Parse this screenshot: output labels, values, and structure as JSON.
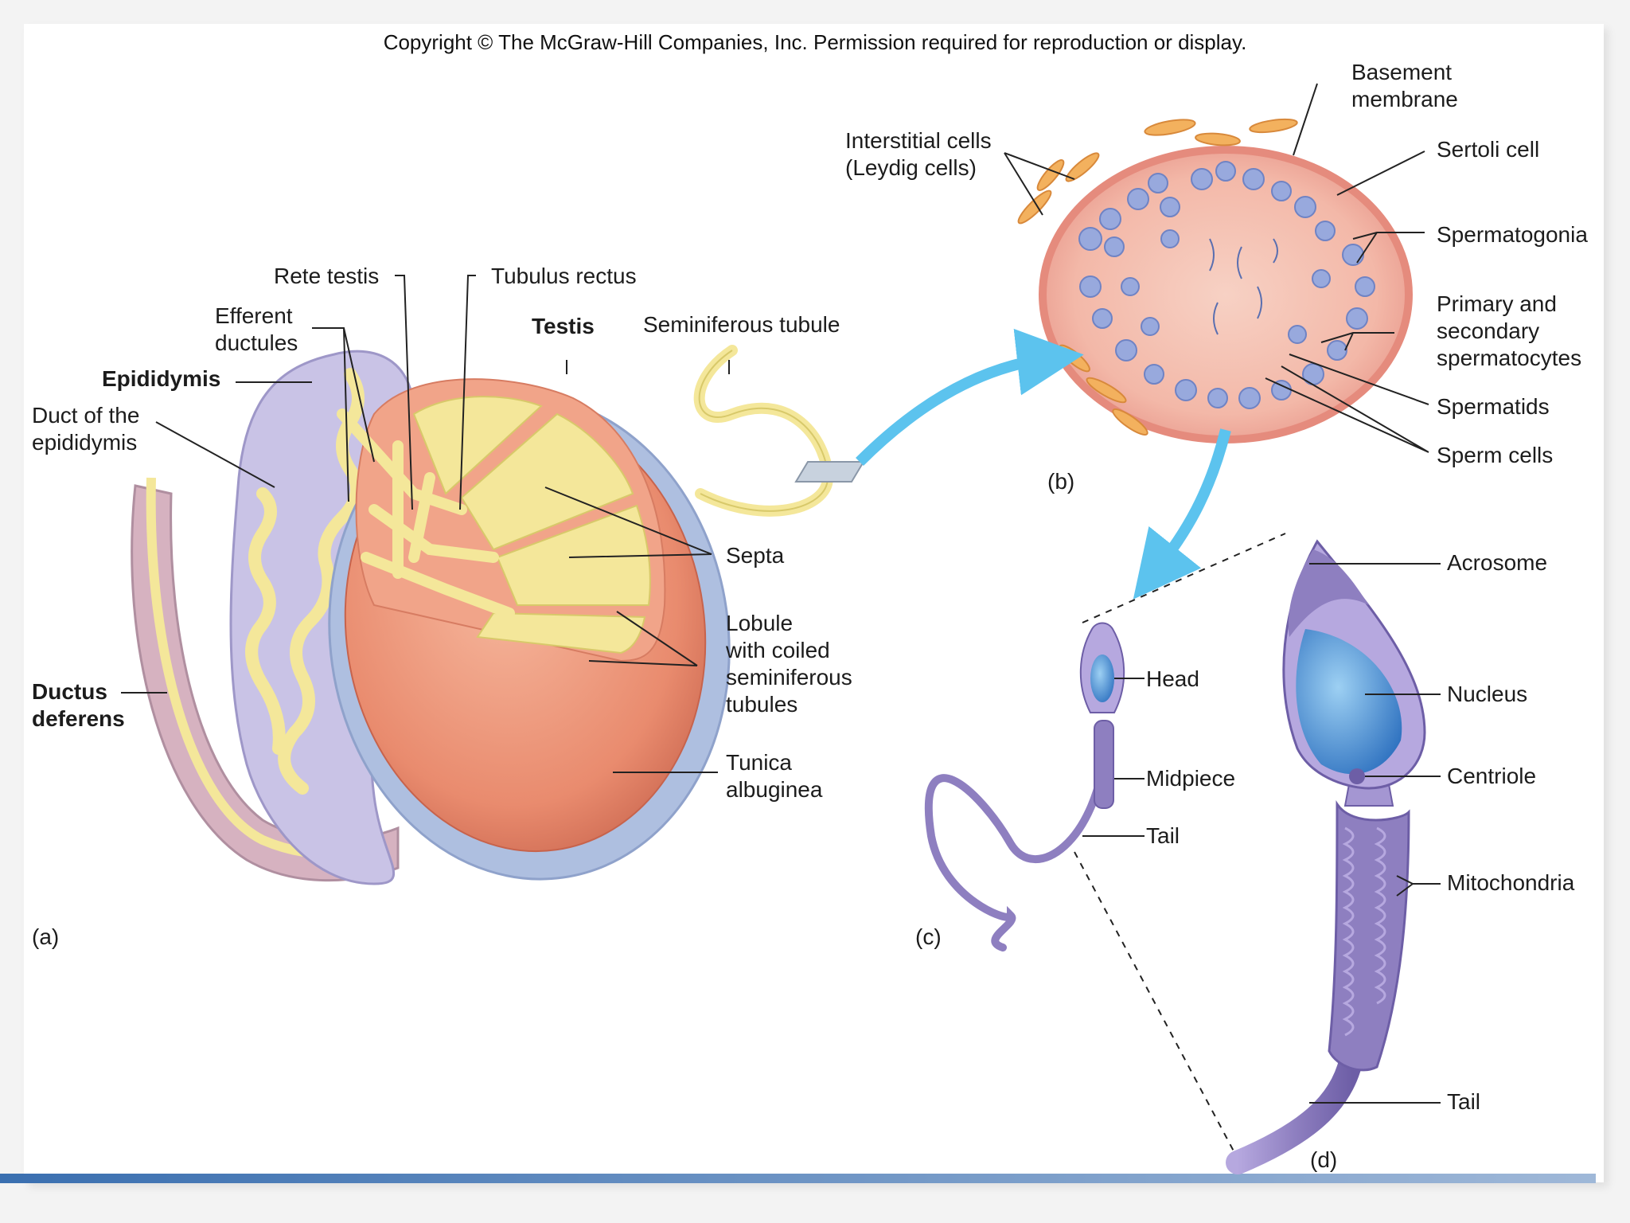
{
  "copyright": "Copyright © The McGraw-Hill Companies, Inc. Permission required for reproduction or display.",
  "panels": {
    "a": "(a)",
    "b": "(b)",
    "c": "(c)",
    "d": "(d)"
  },
  "labels_a": {
    "rete_testis": "Rete testis",
    "tubulus_rectus": "Tubulus rectus",
    "efferent_ductules": "Efferent\nductules",
    "testis": "Testis",
    "seminiferous_tubule": "Seminiferous tubule",
    "epididymis": "Epididymis",
    "duct_of_epididymis": "Duct of the\nepididymis",
    "septa": "Septa",
    "lobule": "Lobule\nwith coiled\nseminiferous\ntubules",
    "ductus_deferens": "Ductus\ndeferens",
    "tunica_albuginea": "Tunica\nalbuginea"
  },
  "labels_b": {
    "interstitial_cells": "Interstitial cells\n(Leydig cells)",
    "basement_membrane": "Basement\nmembrane",
    "sertoli_cell": "Sertoli cell",
    "spermatogonia": "Spermatogonia",
    "spermatocytes": "Primary and\nsecondary\nspermatocytes",
    "spermatids": "Spermatids",
    "sperm_cells": "Sperm cells"
  },
  "labels_c": {
    "head": "Head",
    "midpiece": "Midpiece",
    "tail": "Tail"
  },
  "labels_d": {
    "acrosome": "Acrosome",
    "nucleus": "Nucleus",
    "centriole": "Centriole",
    "mitochondria": "Mitochondria",
    "tail": "Tail"
  },
  "colors": {
    "tubule": "#f4e79a",
    "testis": "#e98b6e",
    "epididymis": "#c9c3e6",
    "tunica": "#aebfe0",
    "arrow": "#5cc3ee",
    "cell": "#98a9dd",
    "sperm": "#8e7fc0",
    "nucleus": "#2f72c0"
  }
}
